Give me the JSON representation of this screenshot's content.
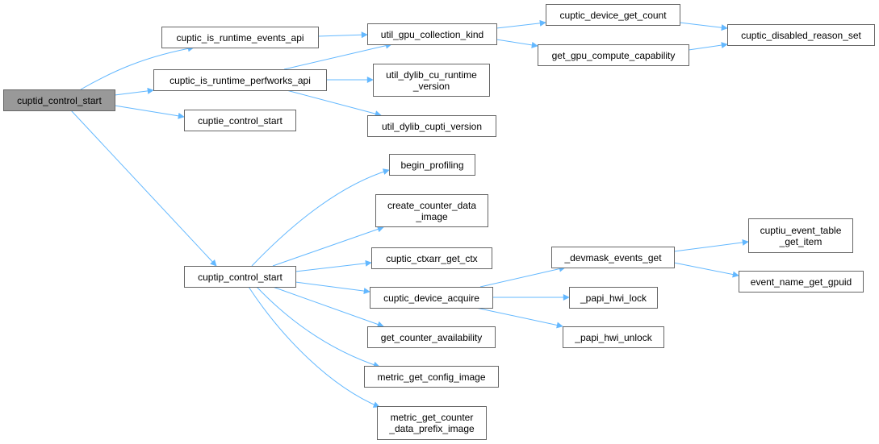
{
  "nodes": {
    "cuptid_control_start": "cuptid_control_start",
    "cuptic_is_runtime_events_api": "cuptic_is_runtime_events_api",
    "cuptic_is_runtime_perfworks_api": "cuptic_is_runtime_perfworks_api",
    "cuptie_control_start": "cuptie_control_start",
    "util_gpu_collection_kind": "util_gpu_collection_kind",
    "util_dylib_cu_runtime_version": "util_dylib_cu_runtime\n_version",
    "util_dylib_cupti_version": "util_dylib_cupti_version",
    "cuptic_device_get_count": "cuptic_device_get_count",
    "get_gpu_compute_capability": "get_gpu_compute_capability",
    "cuptic_disabled_reason_set": "cuptic_disabled_reason_set",
    "cuptip_control_start": "cuptip_control_start",
    "begin_profiling": "begin_profiling",
    "create_counter_data_image": "create_counter_data\n_image",
    "cuptic_ctxarr_get_ctx": "cuptic_ctxarr_get_ctx",
    "cuptic_device_acquire": "cuptic_device_acquire",
    "get_counter_availability": "get_counter_availability",
    "metric_get_config_image": "metric_get_config_image",
    "metric_get_counter_data_prefix_image": "metric_get_counter\n_data_prefix_image",
    "devmask_events_get": "_devmask_events_get",
    "papi_hwi_lock": "_papi_hwi_lock",
    "papi_hwi_unlock": "_papi_hwi_unlock",
    "cuptiu_event_table_get_item": "cuptiu_event_table\n_get_item",
    "event_name_get_gpuid": "event_name_get_gpuid"
  },
  "edges": [
    [
      "cuptid_control_start",
      "cuptic_is_runtime_events_api"
    ],
    [
      "cuptid_control_start",
      "cuptic_is_runtime_perfworks_api"
    ],
    [
      "cuptid_control_start",
      "cuptie_control_start"
    ],
    [
      "cuptid_control_start",
      "cuptip_control_start"
    ],
    [
      "cuptic_is_runtime_events_api",
      "util_gpu_collection_kind"
    ],
    [
      "cuptic_is_runtime_perfworks_api",
      "util_gpu_collection_kind"
    ],
    [
      "cuptic_is_runtime_perfworks_api",
      "util_dylib_cu_runtime_version"
    ],
    [
      "cuptic_is_runtime_perfworks_api",
      "util_dylib_cupti_version"
    ],
    [
      "util_gpu_collection_kind",
      "cuptic_device_get_count"
    ],
    [
      "util_gpu_collection_kind",
      "get_gpu_compute_capability"
    ],
    [
      "cuptic_device_get_count",
      "cuptic_disabled_reason_set"
    ],
    [
      "get_gpu_compute_capability",
      "cuptic_disabled_reason_set"
    ],
    [
      "cuptip_control_start",
      "begin_profiling"
    ],
    [
      "cuptip_control_start",
      "create_counter_data_image"
    ],
    [
      "cuptip_control_start",
      "cuptic_ctxarr_get_ctx"
    ],
    [
      "cuptip_control_start",
      "cuptic_device_acquire"
    ],
    [
      "cuptip_control_start",
      "get_counter_availability"
    ],
    [
      "cuptip_control_start",
      "metric_get_config_image"
    ],
    [
      "cuptip_control_start",
      "metric_get_counter_data_prefix_image"
    ],
    [
      "cuptic_device_acquire",
      "devmask_events_get"
    ],
    [
      "cuptic_device_acquire",
      "papi_hwi_lock"
    ],
    [
      "cuptic_device_acquire",
      "papi_hwi_unlock"
    ],
    [
      "devmask_events_get",
      "cuptiu_event_table_get_item"
    ],
    [
      "devmask_events_get",
      "event_name_get_gpuid"
    ]
  ],
  "colors": {
    "edge": "#63b8ff",
    "root_fill": "#999999",
    "border": "#666666"
  }
}
